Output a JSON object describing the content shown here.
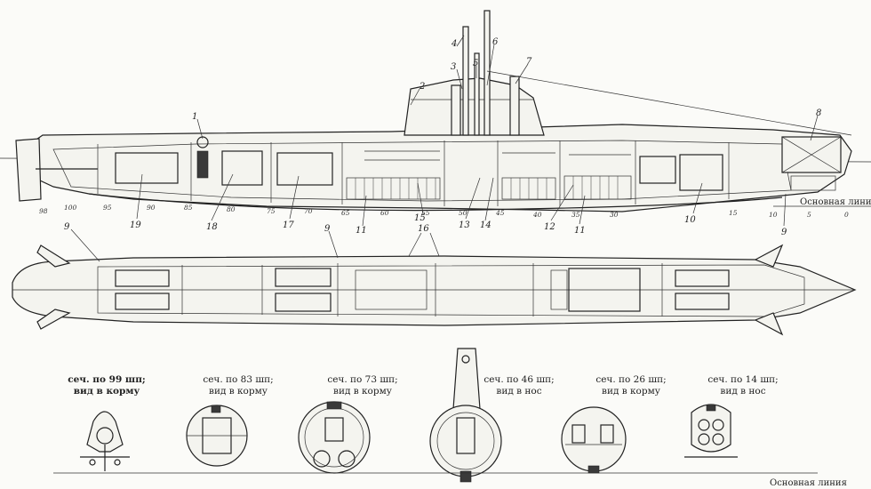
{
  "callouts": [
    {
      "id": "1",
      "text": "1"
    },
    {
      "id": "2",
      "text": "2"
    },
    {
      "id": "3",
      "text": "3"
    },
    {
      "id": "4",
      "text": "4"
    },
    {
      "id": "5",
      "text": "5"
    },
    {
      "id": "6",
      "text": "6"
    },
    {
      "id": "7",
      "text": "7"
    },
    {
      "id": "8",
      "text": "8"
    },
    {
      "id": "9a",
      "text": "9"
    },
    {
      "id": "9b",
      "text": "9"
    },
    {
      "id": "9c",
      "text": "9"
    },
    {
      "id": "10",
      "text": "10"
    },
    {
      "id": "11a",
      "text": "11"
    },
    {
      "id": "11b",
      "text": "11"
    },
    {
      "id": "12",
      "text": "12"
    },
    {
      "id": "13",
      "text": "13"
    },
    {
      "id": "14",
      "text": "14"
    },
    {
      "id": "15",
      "text": "15"
    },
    {
      "id": "16",
      "text": "16"
    },
    {
      "id": "17",
      "text": "17"
    },
    {
      "id": "18",
      "text": "18"
    },
    {
      "id": "19",
      "text": "19"
    }
  ],
  "frame_numbers": [
    "98",
    "100",
    "95",
    "90",
    "85",
    "80",
    "75",
    "70",
    "65",
    "60",
    "55",
    "50",
    "45",
    "40",
    "35",
    "30",
    "15",
    "10",
    "5",
    "0"
  ],
  "baseline_label": "Основная линия",
  "sections": [
    {
      "line1": "сеч. по 99 шп;",
      "line2": "вид в корму"
    },
    {
      "line1": "сеч. по 83 шп;",
      "line2": "вид в корму"
    },
    {
      "line1": "сеч. по 73 шп;",
      "line2": "вид в корму"
    },
    {
      "line1": "сеч. по 46 шп;",
      "line2": "вид в нос"
    },
    {
      "line1": "сеч. по 26 шп;",
      "line2": "вид в корму"
    },
    {
      "line1": "сеч. по 14 шп;",
      "line2": "вид в нос"
    }
  ]
}
